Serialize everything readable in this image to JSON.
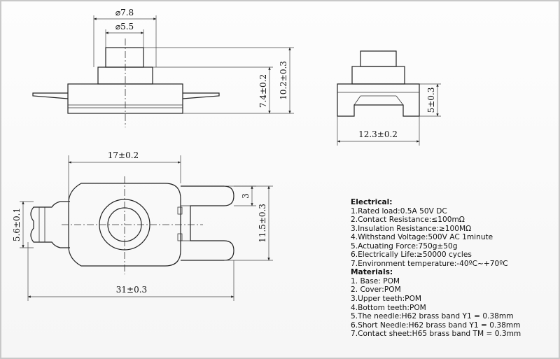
{
  "top_view": {
    "outer_dia": "⌀7.8",
    "inner_dia": "⌀5.5",
    "height_body": "7.4±0.2",
    "height_total": "10.2±0.3"
  },
  "side_view": {
    "height": "5±0.3",
    "width": "12.3±0.2"
  },
  "bottom_view": {
    "width_top": "17±0.2",
    "width_total": "31±0.3",
    "height_left": "5.6±0.1",
    "height_right": "11.5±0.3",
    "tooth_gap": "3"
  },
  "specs": {
    "electrical_title": "Electrical:",
    "electrical": [
      "1.Rated load:0.5A 50V DC",
      "2.Contact Resistance:≤100mΩ",
      "3.Insulation Resistance:≥100MΩ",
      "4.Withstand Voltage:500V AC 1minute",
      "5.Actuating Force:750g±50g",
      "6.Electrically Life:≥50000 cycles",
      "7.Environment temperature:-40ºC~+70ºC"
    ],
    "materials_title": "Materials:",
    "materials": [
      "1. Base: POM",
      "2. Cover:POM",
      "3.Upper teeth:POM",
      "4.Bottom teeth:POM",
      "5.The needle:H62 brass band Y1 = 0.38mm",
      "6.Short Needle:H62 brass band Y1 = 0.38mm",
      "7.Contact sheet:H65 brass band TM = 0.3mm"
    ]
  }
}
